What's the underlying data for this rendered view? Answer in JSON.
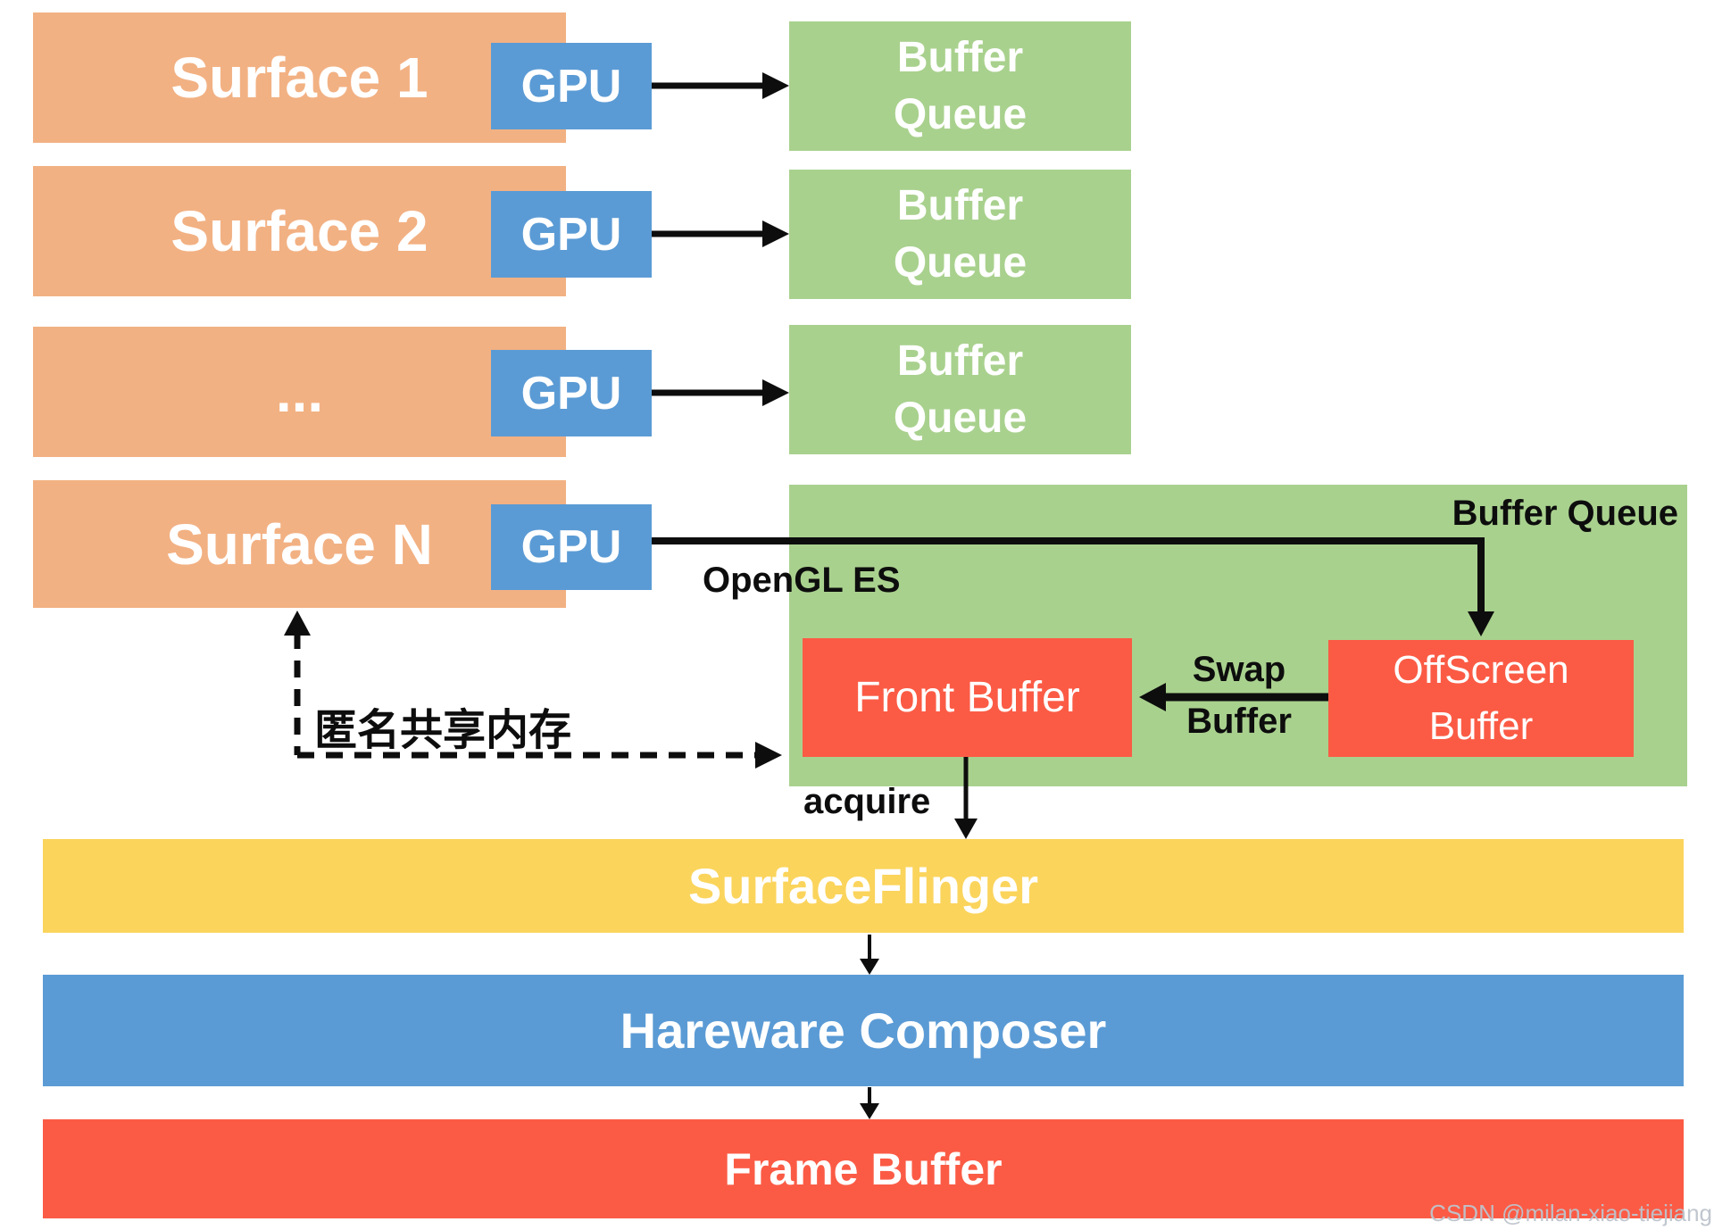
{
  "palette": {
    "orange": "#F2B183",
    "blue": "#5B9BD5",
    "green": "#A9D18E",
    "red": "#FB5B45",
    "yellow": "#FBD45C",
    "arrow_black": "#0D0D0D",
    "label_white": "#FFFFFF",
    "watermark_gray": "#BEC4CC"
  },
  "rows": [
    {
      "surface_label": "Surface 1",
      "gpu_label": "GPU",
      "queue_line1": "Buffer",
      "queue_line2": "Queue"
    },
    {
      "surface_label": "Surface 2",
      "gpu_label": "GPU",
      "queue_line1": "Buffer",
      "queue_line2": "Queue"
    },
    {
      "surface_label": "...",
      "gpu_label": "GPU",
      "queue_line1": "Buffer",
      "queue_line2": "Queue"
    }
  ],
  "surface_n": {
    "surface_label": "Surface N",
    "gpu_label": "GPU"
  },
  "buffer_queue_panel": {
    "title": "Buffer Queue",
    "opengl_es_label": "OpenGL ES",
    "front_buffer_label": "Front Buffer",
    "swap_line1": "Swap",
    "swap_line2": "Buffer",
    "offscreen_line1": "OffScreen",
    "offscreen_line2": "Buffer"
  },
  "annotations": {
    "shared_memory": "匿名共享内存",
    "acquire": "acquire"
  },
  "bars": [
    {
      "label": "SurfaceFlinger"
    },
    {
      "label": "Hareware Composer"
    },
    {
      "label": "Frame Buffer"
    }
  ],
  "watermark": "CSDN @milan-xiao-tiejiang"
}
